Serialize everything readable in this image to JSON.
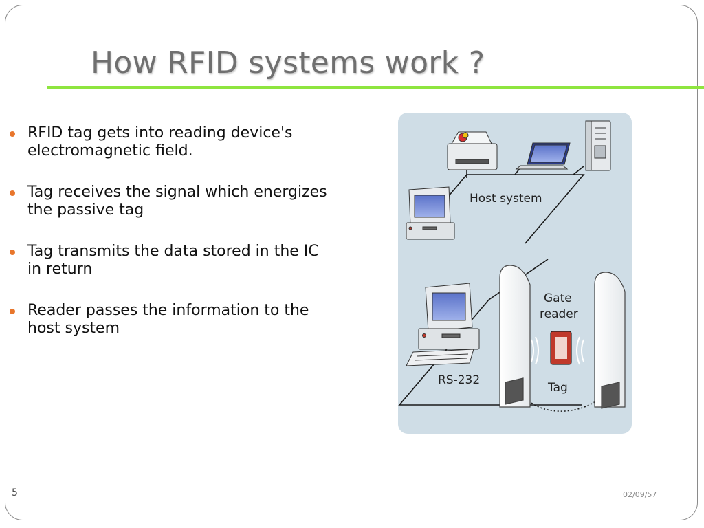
{
  "slide": {
    "title": "How RFID systems work ?",
    "bullets": [
      "RFID tag gets into reading device's electromagnetic field.",
      "Tag receives the signal which energizes the passive tag",
      "Tag transmits the data stored in the IC in return",
      "Reader passes the information to the host system"
    ],
    "slide_number": "5",
    "date": "02/09/57"
  },
  "diagram": {
    "host_label": "Host system",
    "gate_label_line1": "Gate",
    "gate_label_line2": "reader",
    "rs232_label": "RS-232",
    "tag_label": "Tag",
    "icons": [
      "printer-icon",
      "laptop-icon",
      "server-icon",
      "desktop-computer-icon",
      "reader-computer-icon",
      "gate-panel-icon",
      "rfid-tag-icon"
    ]
  },
  "colors": {
    "accent_rule": "#8ee53f",
    "bullet": "#e8762c",
    "title": "#6f6f6f",
    "diagram_bg": "#cfdde6"
  }
}
